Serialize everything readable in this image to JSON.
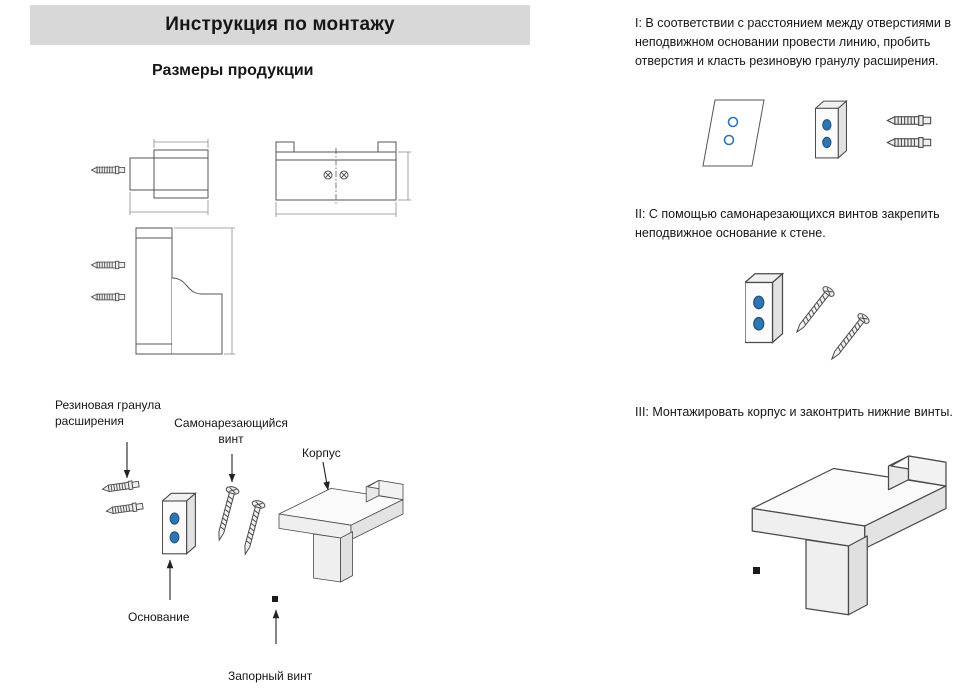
{
  "colors": {
    "header_bg": "#d8d8d8",
    "accent_blue": "#2e75b6"
  },
  "header": {
    "title": "Инструкция по монтажу"
  },
  "left": {
    "dimensions_title": "Размеры продукции"
  },
  "exploded_labels": {
    "rubber_plug": "Резиновая гранула расширения",
    "self_tapping_screw": "Самонарезающийся винт",
    "body": "Корпус",
    "base": "Основание",
    "locking_screw": "Запорный винт"
  },
  "steps": [
    {
      "text": "I: В соответствии с расстоянием между отверстиями в неподвижном основании провести линию, пробить отверстия и класть резиновую гранулу расширения."
    },
    {
      "text": "II: С помощью самонарезающихся винтов закрепить неподвижное основание к стене."
    },
    {
      "text": "III: Монтажировать корпус и законтрить нижние винты."
    }
  ]
}
